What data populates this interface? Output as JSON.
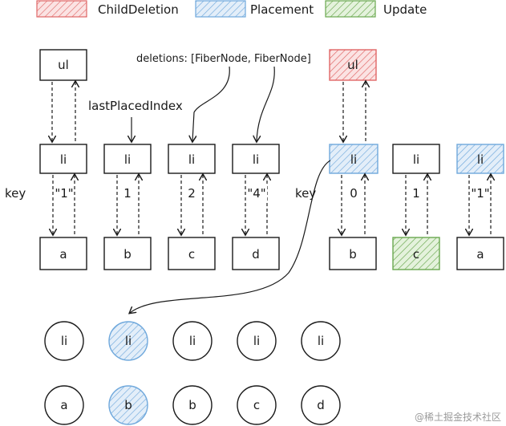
{
  "legend": [
    {
      "label": "ChildDeletion",
      "color": "#e06666"
    },
    {
      "label": "Placement",
      "color": "#6fa8dc"
    },
    {
      "label": "Update",
      "color": "#6aa84f"
    }
  ],
  "annotations": {
    "deletions": "deletions: [FiberNode, FiberNode]",
    "last_placed_index": "lastPlacedIndex",
    "key_left": "key",
    "key_right": "key"
  },
  "old_tree": {
    "root": "ul",
    "lis": [
      "li",
      "li",
      "li",
      "li"
    ],
    "keys": [
      "\"1\"",
      "1",
      "2",
      "\"4\""
    ],
    "leaves": [
      "a",
      "b",
      "c",
      "d"
    ]
  },
  "new_tree": {
    "root": "ul",
    "lis": [
      "li",
      "li",
      "li"
    ],
    "keys": [
      "0",
      "1",
      "\"1\""
    ],
    "leaves": [
      "b",
      "c",
      "a"
    ]
  },
  "circles_top": [
    "li",
    "li",
    "li",
    "li",
    "li"
  ],
  "circles_bottom": [
    "a",
    "b",
    "b",
    "c",
    "d"
  ],
  "watermark": "@稀土掘金技术社区"
}
